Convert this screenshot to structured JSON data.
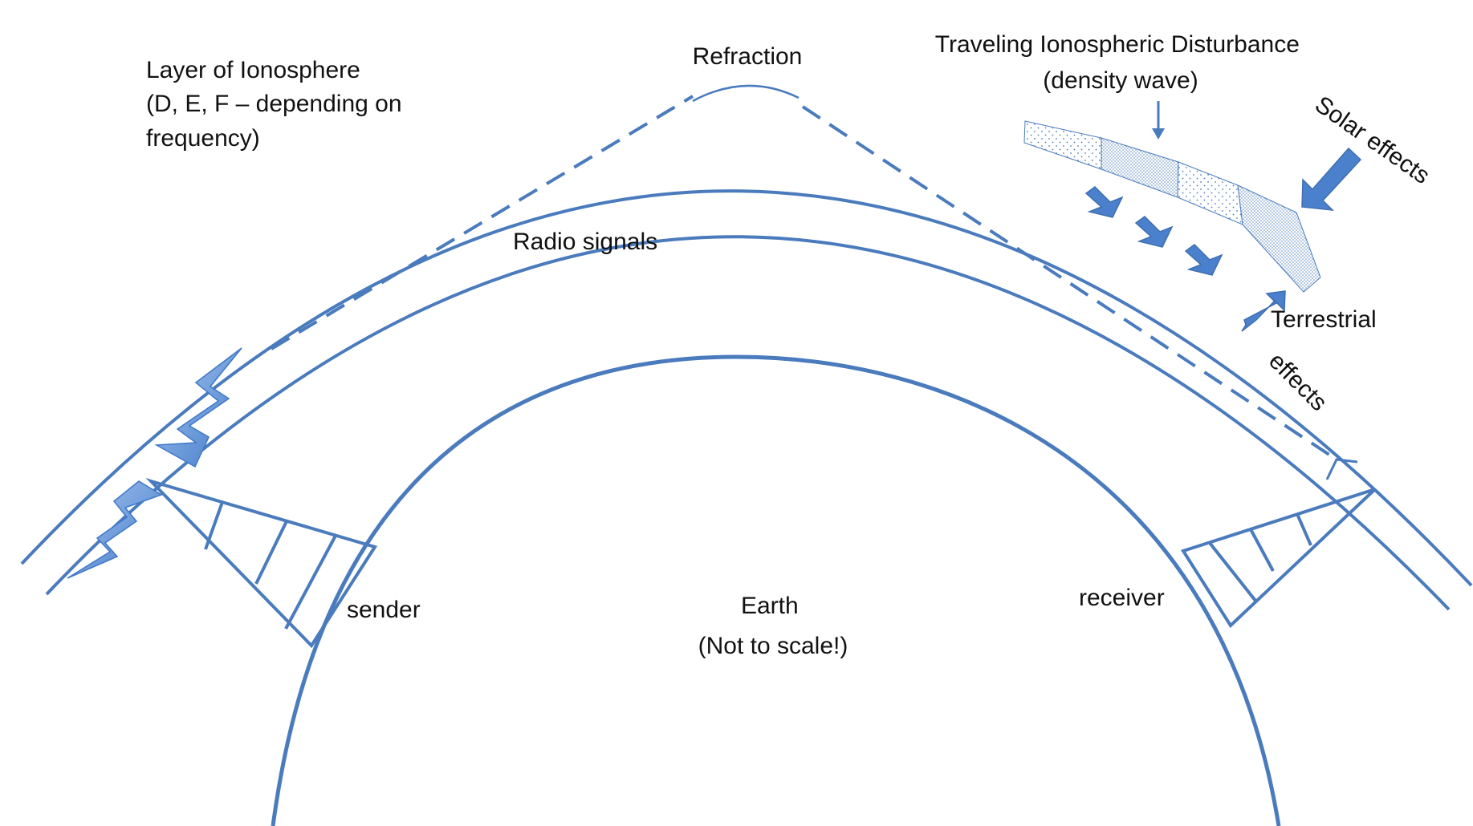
{
  "labels": {
    "ionosphere_layer": [
      "Layer of Ionosphere",
      "(D, E, F – depending on",
      "frequency)"
    ],
    "refraction": "Refraction",
    "tid": [
      "Traveling Ionospheric Disturbance",
      "(density wave)"
    ],
    "solar_effects": "Solar effects",
    "radio_signals": "Radio signals",
    "terrestrial_effects": [
      "Terrestrial",
      "effects"
    ],
    "sender": "sender",
    "receiver": "receiver",
    "earth": [
      "Earth",
      "(Not to scale!)"
    ]
  },
  "icons": {
    "lightning_upper": "lightning-bolt-icon",
    "lightning_lower": "lightning-bolt-icon"
  },
  "colors": {
    "line": "#4a7bbd",
    "arrow_fill": "#4a80cc",
    "arrow_stroke": "#3f6fb0",
    "bolt_light": "#a9c8f0",
    "bolt_dark": "#3f78c8",
    "text": "#111111"
  }
}
